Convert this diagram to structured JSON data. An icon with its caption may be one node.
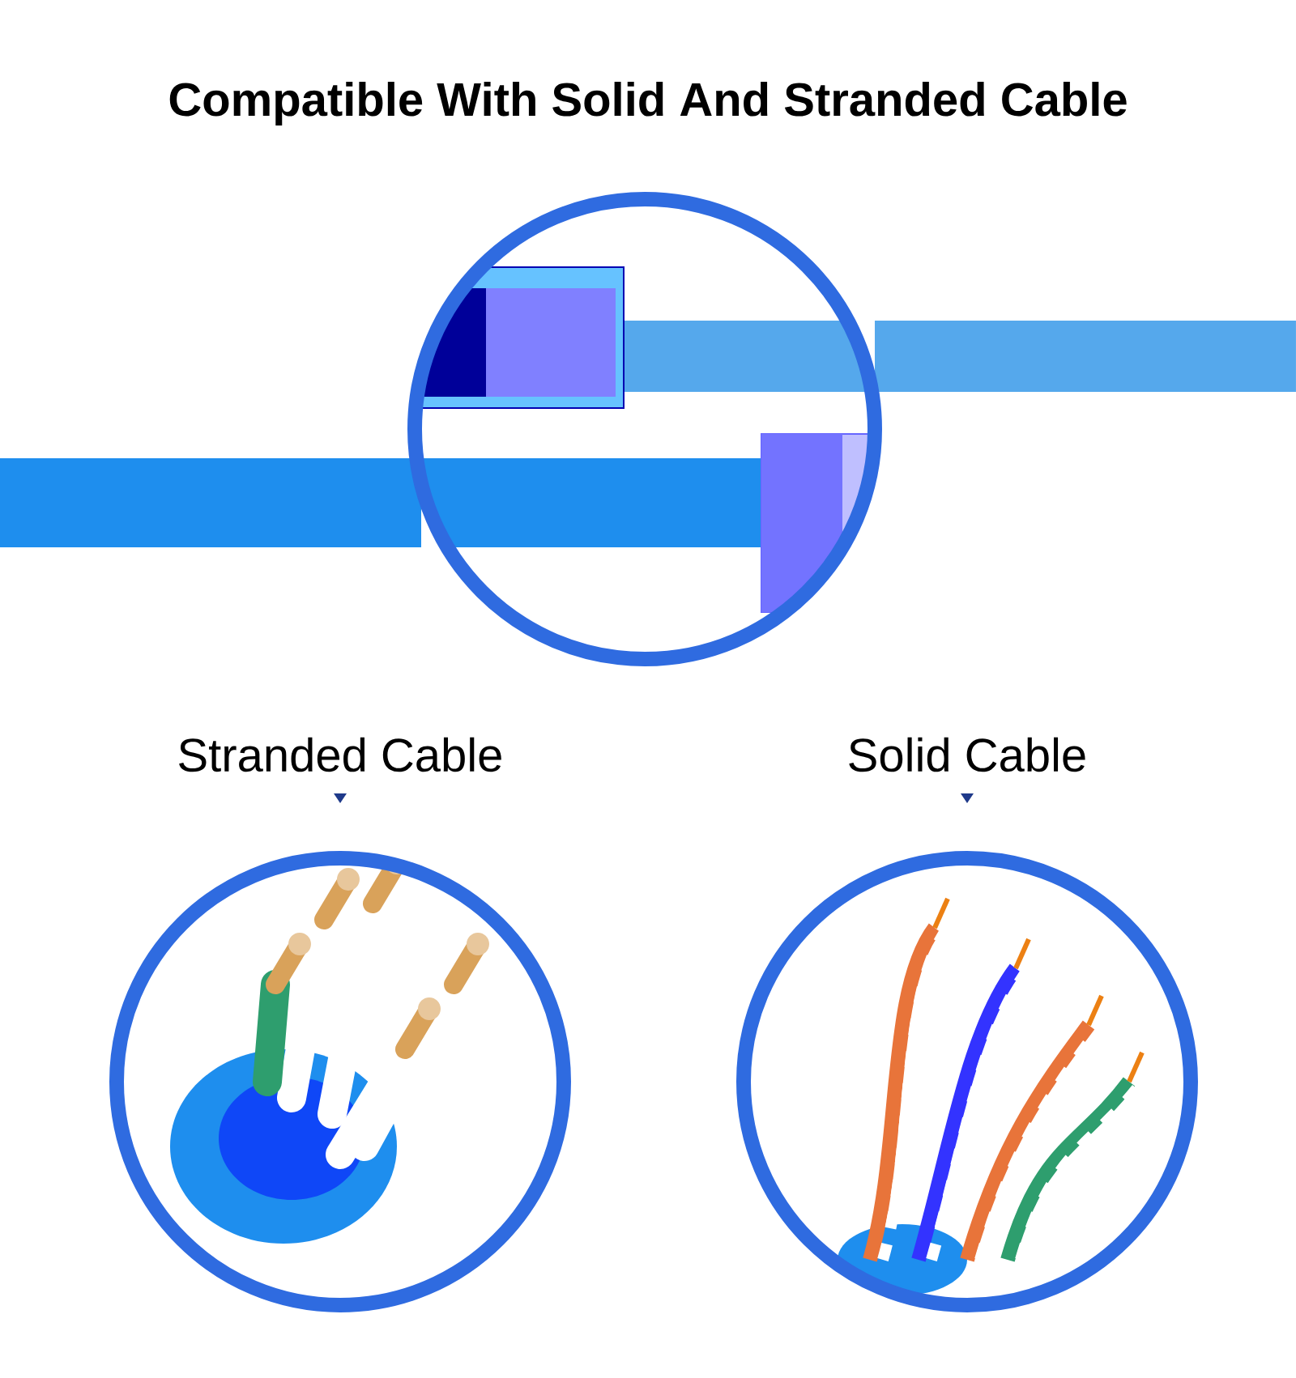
{
  "diagram": {
    "title": "Compatible With Solid And Stranded Cable",
    "nodes": [
      {
        "text": [],
        "shape": "circle"
      },
      {
        "text": [
          "Stranded Cable"
        ]
      },
      {
        "text": [
          "Solid Cable"
        ]
      }
    ]
  }
}
